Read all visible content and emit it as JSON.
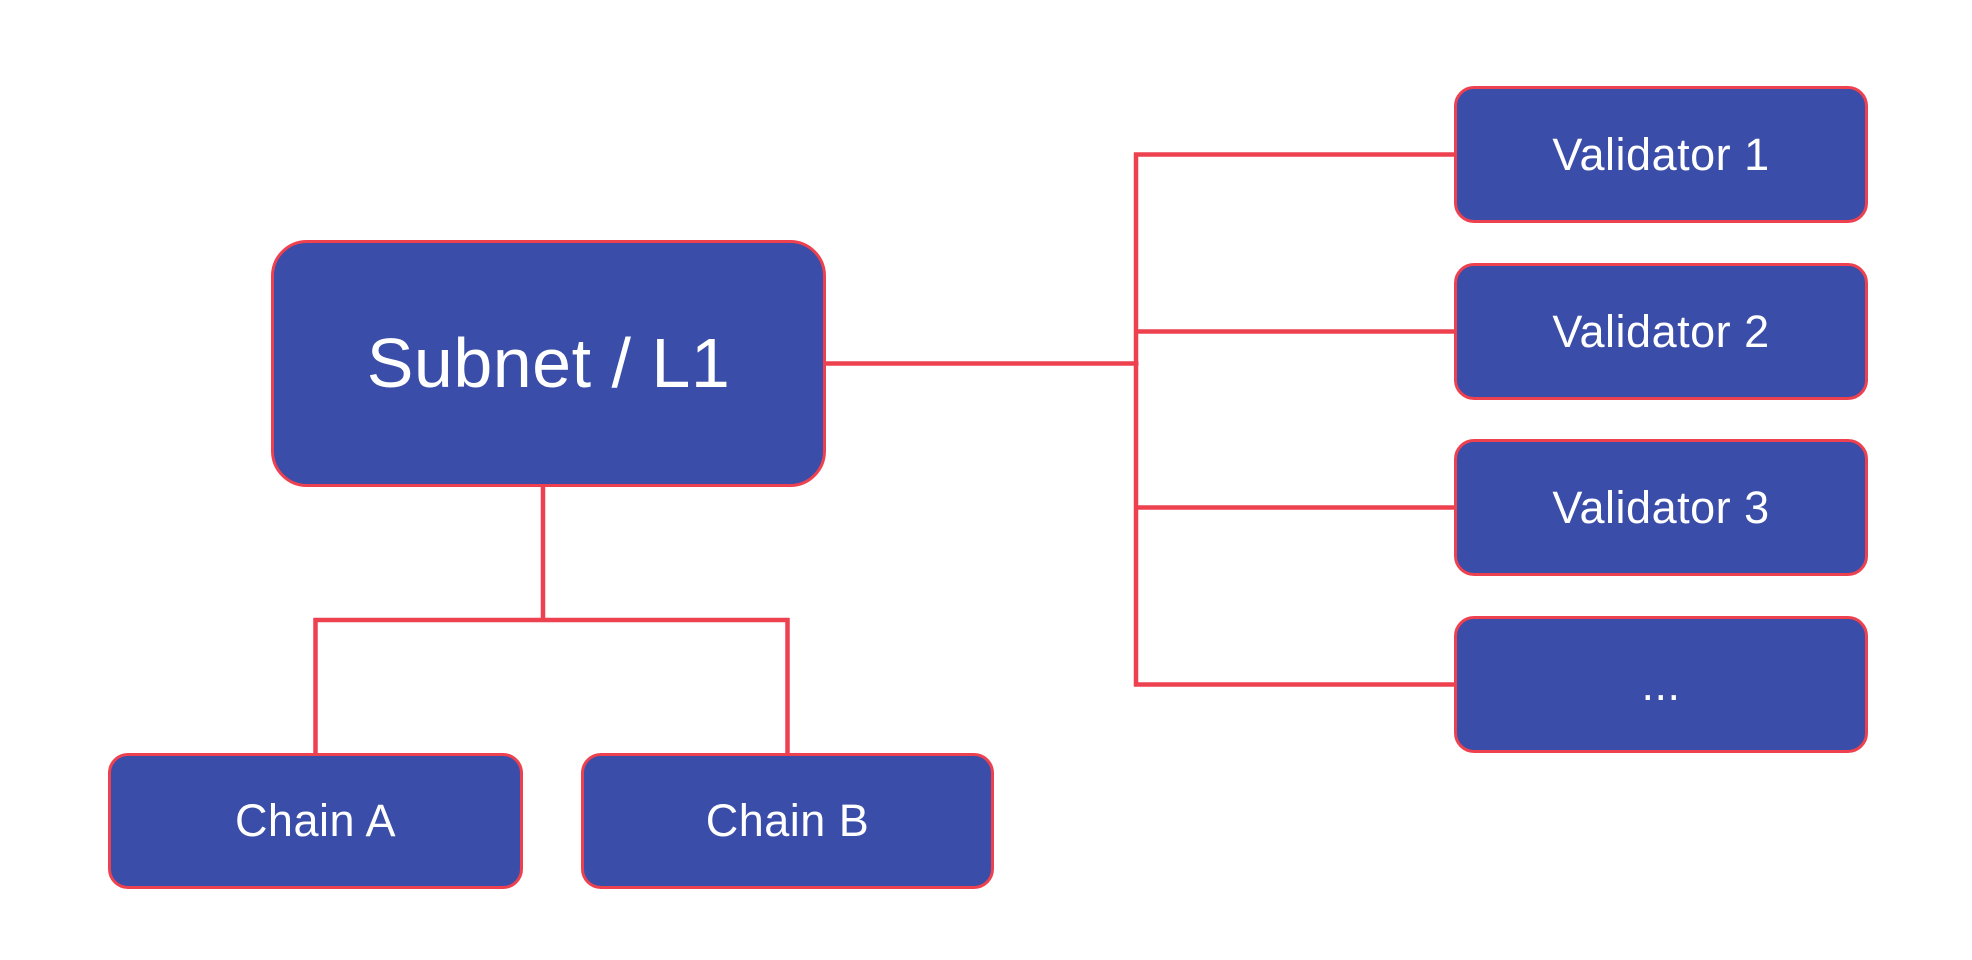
{
  "palette": {
    "background": "#FFFFFF",
    "node_fill": "#3A4DA8",
    "connector_red": "#EE4150",
    "node_text": "#FFFFFF"
  },
  "diagram": {
    "root": {
      "label": "Subnet / L1"
    },
    "chains": [
      {
        "label": "Chain A"
      },
      {
        "label": "Chain B"
      }
    ],
    "validators": [
      {
        "label": "Validator 1"
      },
      {
        "label": "Validator 2"
      },
      {
        "label": "Validator 3"
      },
      {
        "label": "..."
      }
    ]
  }
}
